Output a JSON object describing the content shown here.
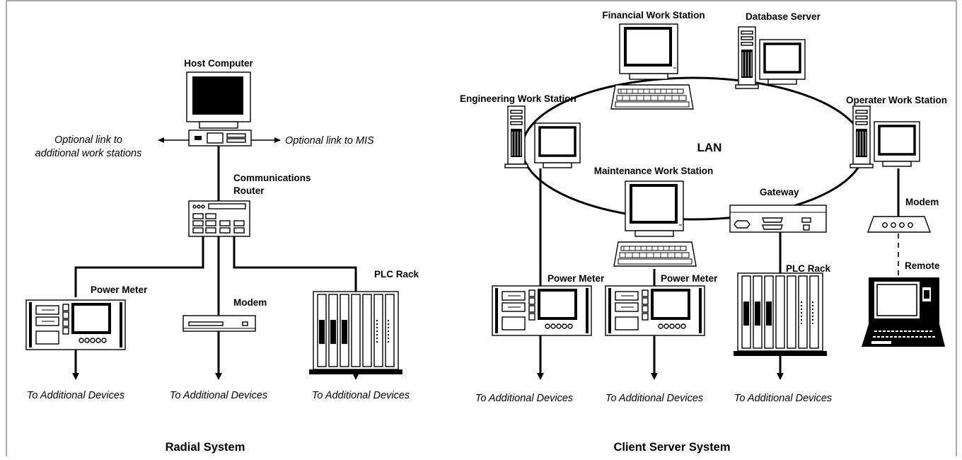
{
  "radial": {
    "title": "Radial System",
    "host_computer": "Host Computer",
    "optional_link_left_1": "Optional link to",
    "optional_link_left_2": "additional work stations",
    "optional_link_right": "Optional link to MIS",
    "router_1": "Communications",
    "router_2": "Router",
    "power_meter": "Power Meter",
    "modem": "Modem",
    "plc_rack": "PLC Rack",
    "to_additional_1": "To Additional Devices",
    "to_additional_2": "To Additional Devices",
    "to_additional_3": "To Additional Devices"
  },
  "client_server": {
    "title": "Client Server System",
    "financial": "Financial Work Station",
    "database": "Database Server",
    "engineering": "Engineering Work Station",
    "operator": "Operater Work Station",
    "lan": "LAN",
    "maintenance": "Maintenance Work Station",
    "gateway": "Gateway",
    "modem": "Modem",
    "remote": "Remote",
    "power_meter_1": "Power Meter",
    "power_meter_2": "Power Meter",
    "plc_rack": "PLC Rack",
    "to_additional_1": "To Additional Devices",
    "to_additional_2": "To Additional Devices",
    "to_additional_3": "To Additional Devices"
  }
}
